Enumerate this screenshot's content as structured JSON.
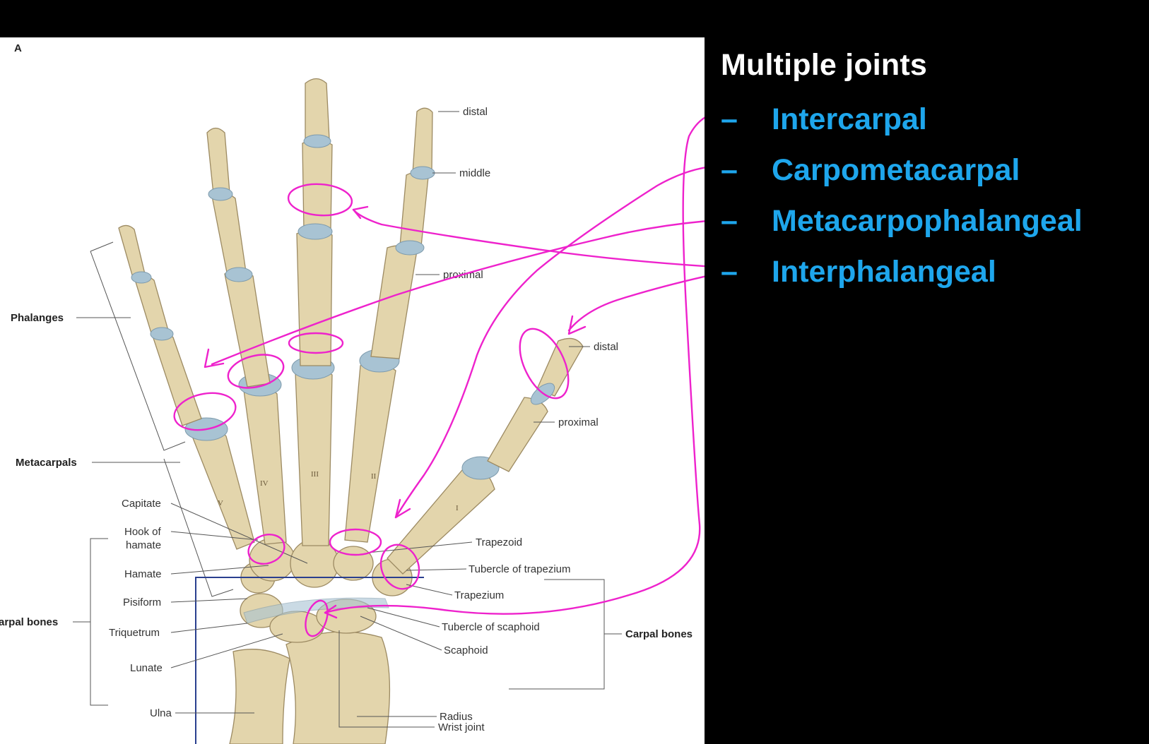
{
  "figure": {
    "panel_letter": "A",
    "labels": {
      "distal_finger": "distal",
      "middle": "middle",
      "proximal_finger": "proximal",
      "distal_thumb": "distal",
      "proximal_thumb": "proximal",
      "phalanges": "Phalanges",
      "metacarpals": "Metacarpals",
      "carpal_bones_left": "arpal bones",
      "carpal_bones_right": "Carpal bones",
      "capitate": "Capitate",
      "hook_of_hamate_1": "Hook of",
      "hook_of_hamate_2": "hamate",
      "hamate": "Hamate",
      "pisiform": "Pisiform",
      "triquetrum": "Triquetrum",
      "lunate": "Lunate",
      "ulna": "Ulna",
      "trapezoid": "Trapezoid",
      "tubercle_of_trapezium": "Tubercle of trapezium",
      "trapezium": "Trapezium",
      "tubercle_of_scaphoid": "Tubercle of scaphoid",
      "scaphoid": "Scaphoid",
      "wrist_joint": "Wrist joint",
      "radius": "Radius"
    },
    "metacarpal_numerals": [
      "V",
      "IV",
      "III",
      "II",
      "I"
    ]
  },
  "notes": {
    "title": "Multiple joints",
    "bullet": "–",
    "items": [
      "Intercarpal",
      "Carpometacarpal",
      "Metacarpophalangeal",
      "Interphalangeal"
    ]
  },
  "colors": {
    "background": "#000000",
    "accent_blue": "#1ea6ec",
    "annotation_magenta": "#ee22cc",
    "bone": "#e3d5ac",
    "cartilage": "#a8c3d3"
  }
}
